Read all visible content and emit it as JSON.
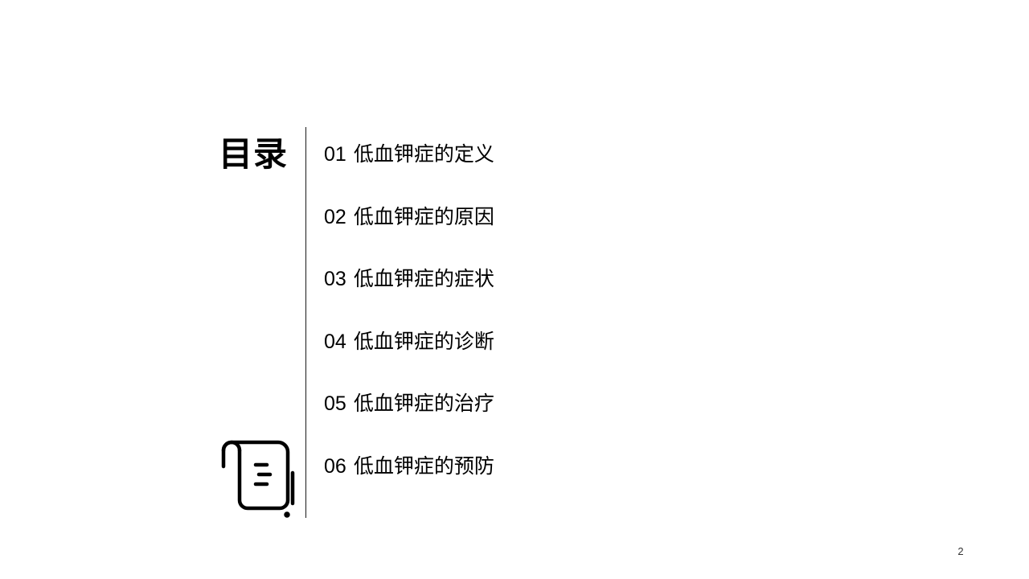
{
  "slide": {
    "title": "目录",
    "page_number": "2"
  },
  "toc": {
    "items": [
      {
        "num": "01",
        "label": "低血钾症的定义"
      },
      {
        "num": "02",
        "label": "低血钾症的原因"
      },
      {
        "num": "03",
        "label": "低血钾症的症状"
      },
      {
        "num": "04",
        "label": "低血钾症的诊断"
      },
      {
        "num": "05",
        "label": "低血钾症的治疗"
      },
      {
        "num": "06",
        "label": "低血钾症的预防"
      }
    ]
  },
  "icons": {
    "decor": "document-scroll-icon"
  },
  "colors": {
    "text": "#000000",
    "background": "#ffffff",
    "divider": "#1a1a1a"
  }
}
